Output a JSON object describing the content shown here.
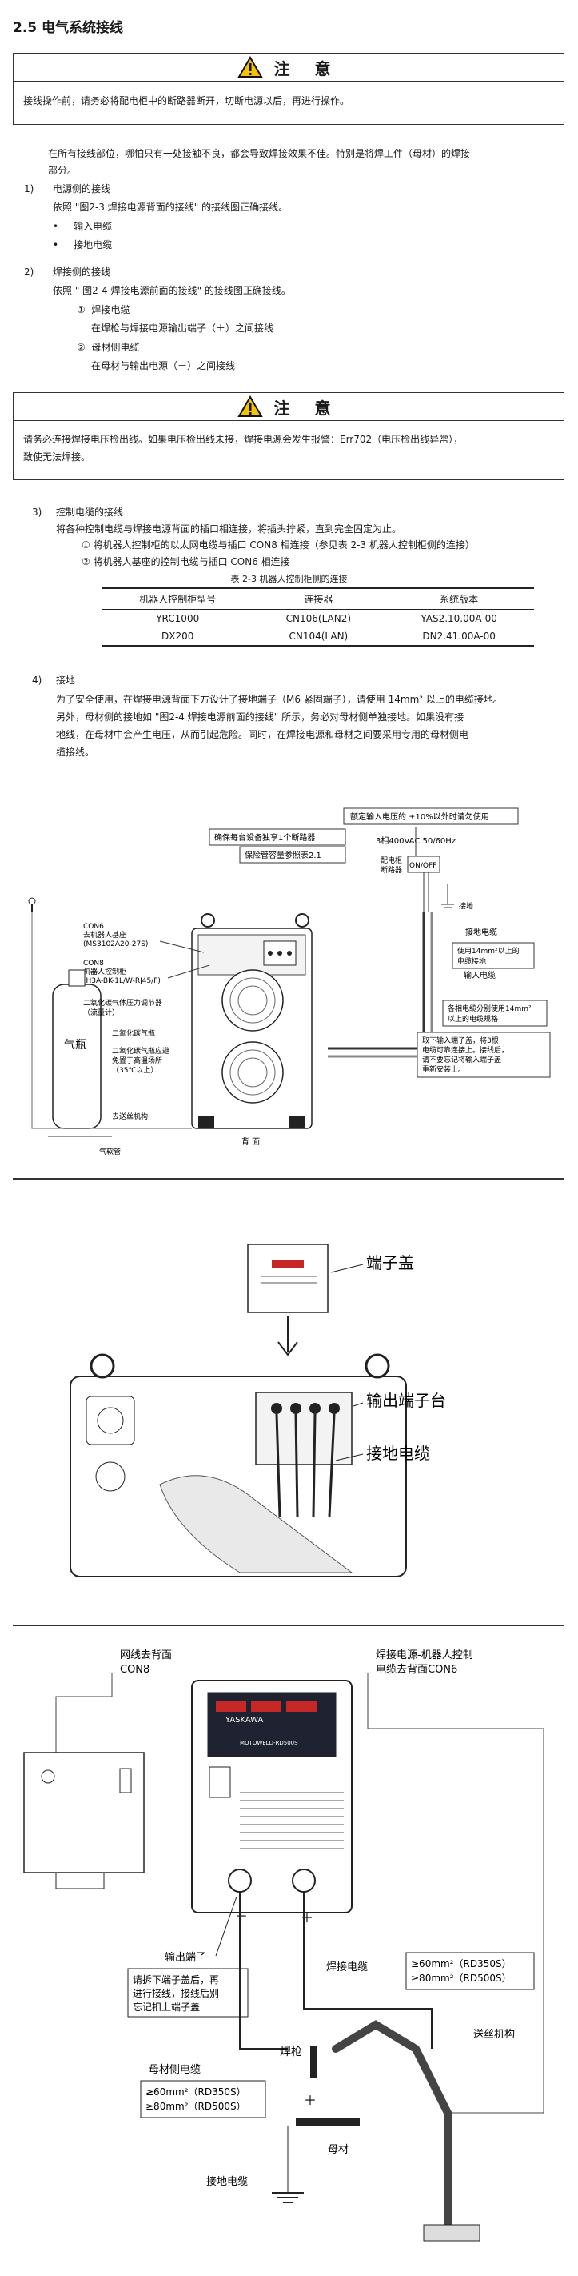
{
  "heading": "2.5  电气系统接线",
  "note1": {
    "title": "注  意",
    "text": "接线操作前，请务必将配电柜中的断路器断开，切断电源以后，再进行操作。"
  },
  "intro": [
    "在所有接线部位，哪怕只有一处接触不良，都会导致焊接效果不佳。特别是将焊工件（母材）的焊接",
    "部分。"
  ],
  "s1": {
    "num": "1)",
    "title": "电源侧的接线",
    "desc": "依照 \"图2-3 焊接电源背面的接线\" 的接线图正确接线。",
    "bullets": [
      "输入电缆",
      "接地电缆"
    ]
  },
  "s2": {
    "num": "2)",
    "title": "焊接侧的接线",
    "desc": "依照 \" 图2-4 焊接电源前面的接线\" 的接线图正确接线。",
    "items": [
      {
        "mark": "①",
        "label": "焊接电缆",
        "sub": "在焊枪与焊接电源输出端子（＋）之间接线"
      },
      {
        "mark": "②",
        "label": "母材侧电缆",
        "sub": "在母材与输出电源（－）之间接线"
      }
    ]
  },
  "note2": {
    "title": "注  意",
    "text": [
      "请务必连接焊接电压检出线。如果电压检出线未接，焊接电源会发生报警：Err702（电压检出线异常），",
      "致使无法焊接。"
    ]
  },
  "s3": {
    "num": "3)",
    "title": "控制电缆的接线",
    "desc": "将各种控制电缆与焊接电源背面的插口相连接，将插头拧紧，直到完全固定为止。",
    "items": [
      "① 将机器人控制柜的以太网电缆与插口 CON8 相连接（参见表 2-3 机器人控制柜侧的连接）",
      "② 将机器人基座的控制电缆与插口 CON6 相连接"
    ],
    "table": {
      "caption": "表 2-3  机器人控制柜侧的连接",
      "headers": [
        "机器人控制柜型号",
        "连接器",
        "系统版本"
      ],
      "rows": [
        [
          "YRC1000",
          "CN106(LAN2)",
          "YAS2.10.00A-00"
        ],
        [
          "DX200",
          "CN104(LAN)",
          "DN2.41.00A-00"
        ]
      ]
    }
  },
  "s4": {
    "num": "4)",
    "title": "接地",
    "text": [
      "为了安全使用，在焊接电源背面下方设计了接地端子（M6 紧固端子），请使用 14mm² 以上的电缆接地。",
      "另外，母材侧的接地如 \"图2-4 焊接电源前面的接线\" 所示，务必对母材侧单独接地。如果没有接",
      "地线，在母材中会产生电压，从而引起危险。同时，在焊接电源和母材之间要采用专用的母材侧电",
      "缆接线。"
    ]
  },
  "fig1": {
    "label_voltage": "额定输入电压的 ±10%以外时请勿使用",
    "label_breaker": "确保每台设备独享1个断路器",
    "label_fuse": "保险管容量参照表2.1",
    "label_supply": "3相400VAC  50/60Hz",
    "label_panel": "配电柜",
    "label_cb": "断路器",
    "label_onoff": "ON/OFF",
    "label_ground": "接地",
    "label_gnd_cable": "接地电缆",
    "label_gnd_note": [
      "使用14mm²以上的",
      "电缆接地"
    ],
    "label_input": "输入电缆",
    "label_phase": [
      "各相电缆分别使用14mm²",
      "以上的电缆规格"
    ],
    "label_cover": [
      "取下输入端子盖，将3根",
      "电缆可靠连接上。接线后，",
      "请不要忘记将输入端子盖",
      "重新安装上。"
    ],
    "label_con6": [
      "CON6",
      "去机器人基座",
      "(MS3102A20-27S)"
    ],
    "label_con8": [
      "CON8",
      "机器人控制柜",
      "(H3A-BK-1L/W-RJ45/F)"
    ],
    "label_regulator": [
      "二氧化碳气体压力调节器",
      "（流量计）"
    ],
    "label_co2": "二氧化碳气瓶",
    "label_cylinder": [
      "二氧化碳气瓶应避",
      "免置于高温场所",
      "（35℃以上）"
    ],
    "label_bottle": "气瓶",
    "label_wire": "去送丝机构",
    "label_gas": "气软管",
    "label_back": "背  面"
  },
  "fig2": {
    "label_cover": "端子盖",
    "label_terminal": "输出端子台",
    "label_cable": "接地电缆"
  },
  "fig3": {
    "label_lan": [
      "网线去背面",
      "CON8"
    ],
    "label_ctrl": [
      "焊接电源-机器人控制",
      "电缆去背面CON6"
    ],
    "brand": "YASKAWA",
    "model": "MOTOWELD-RD500S",
    "label_output": "输出端子",
    "label_note": [
      "请拆下端子盖后，再",
      "进行接线，接线后别",
      "忘记扣上端子盖"
    ],
    "label_weld_cable": "焊接电缆",
    "label_weld_spec": [
      "≥60mm²（RD350S）",
      "≥80mm²（RD500S）"
    ],
    "label_feeder": "送丝机构",
    "label_torch": "焊枪",
    "label_base_cable": "母材侧电缆",
    "label_base_spec": [
      "≥60mm²（RD350S）",
      "≥80mm²（RD500S）"
    ],
    "label_base": "母材",
    "label_gnd": "接地电缆",
    "minus": "－",
    "plus": "＋"
  },
  "colors": {
    "accent": "#f5c400",
    "text": "#1a1a1a",
    "line": "#333333"
  }
}
